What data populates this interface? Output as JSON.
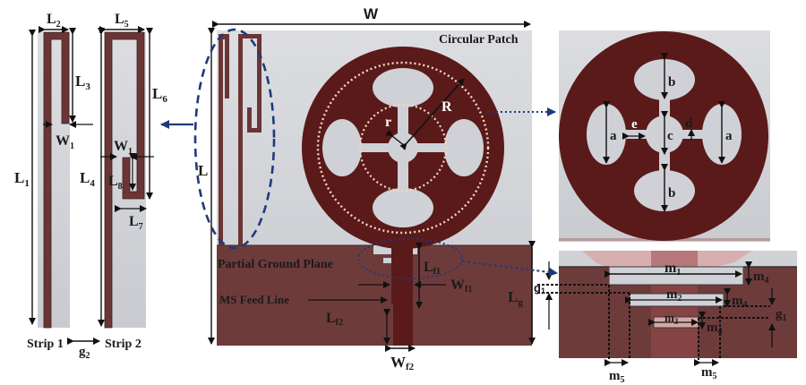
{
  "figure": {
    "strip1": {
      "caption": "Strip 1",
      "labels": {
        "L1": "L",
        "L1_sub": "1",
        "L2": "L",
        "L2_sub": "2",
        "L3": "L",
        "L3_sub": "3",
        "W1": "W",
        "W1_sub": "1"
      }
    },
    "strip2": {
      "caption": "Strip 2",
      "labels": {
        "L4": "L",
        "L4_sub": "4",
        "L5": "L",
        "L5_sub": "5",
        "L6": "L",
        "L6_sub": "6",
        "L7": "L",
        "L7_sub": "7",
        "L8": "L",
        "L8_sub": "8",
        "W1": "W",
        "W1_sub": "1"
      }
    },
    "gap": {
      "g2": "g",
      "g2_sub": "2"
    },
    "main": {
      "W": "W",
      "L": "L",
      "circular_patch": "Circular Patch",
      "R": "R",
      "r": "r",
      "partial_ground": "Partial Ground Plane",
      "ms_feed": "MS Feed Line",
      "Lf1": "L",
      "Lf1_sub": "f1",
      "Wf1": "W",
      "Wf1_sub": "f1",
      "Lf2": "L",
      "Lf2_sub": "f2",
      "Wf2": "W",
      "Wf2_sub": "f2",
      "Lg": "L",
      "Lg_sub": "g",
      "g1": "g",
      "g1_sub": "1"
    },
    "patch_detail": {
      "a": "a",
      "b": "b",
      "c": "c",
      "d": "d",
      "e": "e"
    },
    "feed_detail": {
      "m1": "m",
      "m1_sub": "1",
      "m2": "m",
      "m2_sub": "2",
      "m3": "m",
      "m3_sub": "3",
      "m4": "m",
      "m4_sub": "4",
      "m5": "m",
      "m5_sub": "5",
      "g1": "g",
      "g1_sub": "1"
    },
    "colors": {
      "copper": "#6b3535",
      "patch": "#5a1a1a",
      "substrate": "#d4d6db",
      "arrow_blue": "#1f3a7a",
      "text": "#1a1a1a"
    }
  }
}
